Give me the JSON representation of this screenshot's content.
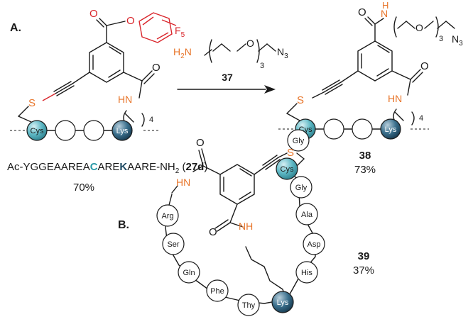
{
  "panels": {
    "a_label": "A.",
    "b_label": "B."
  },
  "atoms": {
    "O": "O",
    "N": "N",
    "H": "H",
    "HN": "HN",
    "NH": "NH",
    "S": "S",
    "F5": "F",
    "F5_sub": "5",
    "N3": "N",
    "N3_sub": "3",
    "H2N_H": "H",
    "H2N_sub": "2",
    "H2N_N": "N",
    "rep3": "3",
    "rep4": "4"
  },
  "reagent": {
    "compound_number": "37"
  },
  "starting_material": {
    "sequence_prefix": "Ac-YGGEAAREA",
    "cys_letter": "C",
    "mid": "ARE",
    "lys_letter": "K",
    "sequence_suffix": "AARE-NH",
    "nh2_sub": "2",
    "compound_label": "27d",
    "yield": "70%"
  },
  "product_38": {
    "compound_number": "38",
    "yield": "73%"
  },
  "product_39": {
    "compound_number": "39",
    "yield": "37%"
  },
  "residues_top": {
    "cys": "Cys",
    "lys": "Lys"
  },
  "residues_macrocycle": [
    "Cys",
    "Gly",
    "Gly",
    "Ala",
    "Asp",
    "His",
    "Lys",
    "Thy",
    "Phe",
    "Gln",
    "Ser",
    "Arg"
  ],
  "colors": {
    "heteroatom_orange": "#e8752a",
    "aryl_red": "#d9252b",
    "teal_cys": "#3ea8b8",
    "navy_lys": "#1f4a63",
    "sequence_teal": "#2a9aa8"
  }
}
